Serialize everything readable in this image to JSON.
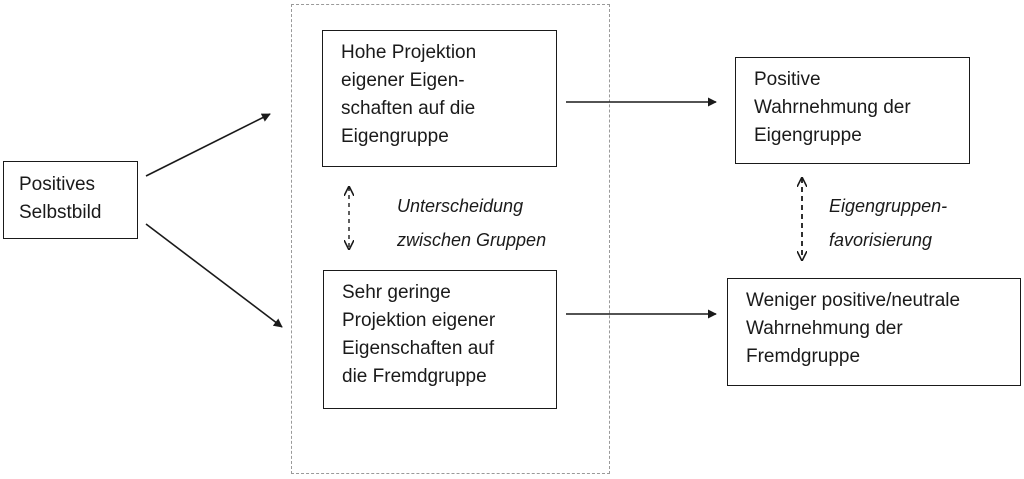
{
  "nodes": {
    "self_image": {
      "label": "Positives\nSelbstbild"
    },
    "high_projection": {
      "label": "Hohe Projektion\neigener Eigen-\nschaften auf die\nEigengruppe"
    },
    "low_projection": {
      "label": "Sehr geringe\nProjektion eigener\nEigenschaften auf\ndie Fremdgruppe"
    },
    "positive_ingroup": {
      "label": "Positive\nWahrnehmung der\nEigengruppe"
    },
    "neutral_outgroup": {
      "label": "Weniger positive/neutrale\nWahrnehmung der\nFremdgruppe"
    }
  },
  "annotations": {
    "differentiation": "Unterscheidung\nzwischen Gruppen",
    "favoritism": "Eigengruppen-\nfavorisierung"
  },
  "colors": {
    "line": "#1a1a1a",
    "frame": "#9a9a9a"
  }
}
